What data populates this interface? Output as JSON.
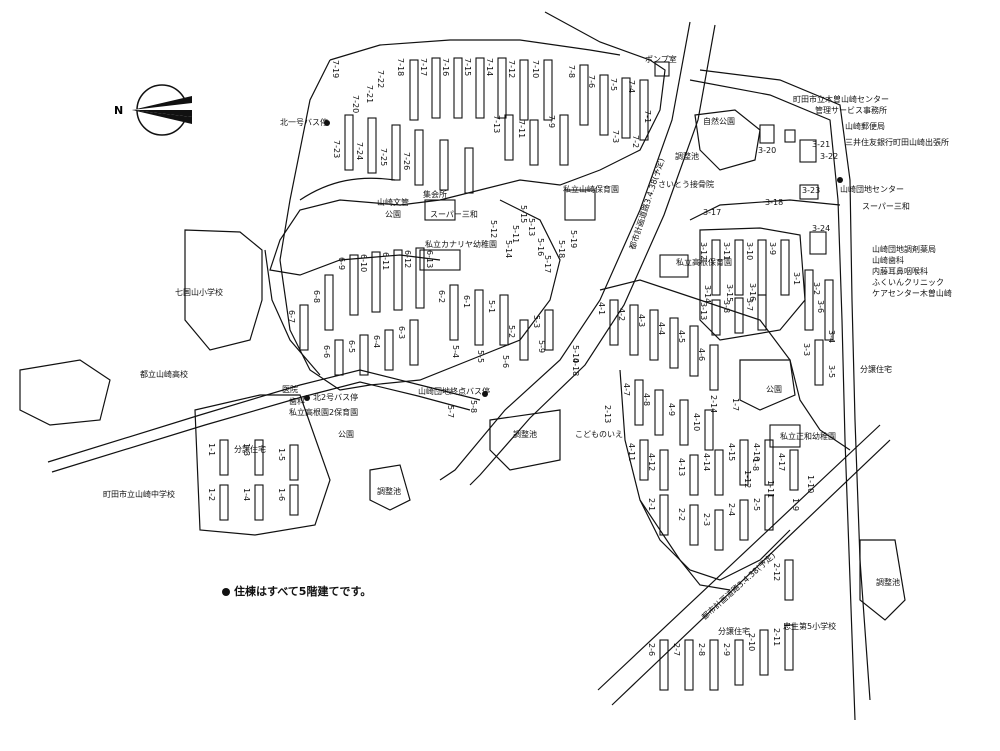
{
  "compass": {
    "letter": "N",
    "icon": "north-arrow-icon"
  },
  "legend": {
    "text": "住棟はすべて5階建てです。"
  },
  "labels": {
    "l0": "ポンプ室",
    "l1": "町田市立木曽山崎センター",
    "l2": "管理サービス事務所",
    "l3": "山崎郵便局",
    "l4": "三井住友銀行町田山崎出張所",
    "l5": "自然公園",
    "l6": "調整池",
    "l7": "さいとう接骨院",
    "l8": "山崎団地センター",
    "l9": "スーパー三和",
    "l10": "山崎団地調剤薬局",
    "l11": "山崎歯科",
    "l12": "内藤耳鼻咽喉科",
    "l13": "ふくいんクリニック",
    "l14": "ケアセンター木曽山崎",
    "l15": "北一号バス停",
    "l16": "集会所",
    "l17": "山崎文管",
    "l18": "公園",
    "l19": "スーパー三和",
    "l20": "私立山崎保育園",
    "l21": "私立カナリヤ幼稚園",
    "l22": "私立高根保育園",
    "l23": "七国山小学校",
    "l24": "都立山崎高校",
    "l25": "山崎団地終点バス停",
    "l26": "医院",
    "l27": "歯科",
    "l28": "私立高根園2保育園",
    "l29": "北2号バス停",
    "l30": "分譲住宅",
    "l31": "公園",
    "l32": "調整池",
    "l33": "町田市立山崎中学校",
    "l34": "調整池",
    "l35": "こどものいえ",
    "l36": "公園",
    "l37": "私立正和幼稚園",
    "l38": "分譲住宅",
    "l39": "調整池",
    "l40": "分譲住宅",
    "l41": "忠生第5小学校",
    "l42": "都市計画道路3.4.38(予定)",
    "l43": "都市計画道路3.4.38(予定)"
  },
  "buildings": {
    "b0": "7-18",
    "b1": "7-16",
    "b2": "7-14",
    "b3": "7-12",
    "b4": "7-10",
    "b5": "7-8",
    "b6": "7-6",
    "b7": "7-17",
    "b8": "7-15",
    "b9": "7-13",
    "b10": "7-11",
    "b11": "7-9",
    "b12": "7-5",
    "b13": "7-4",
    "b14": "7-3",
    "b15": "7-2",
    "b16": "7-1",
    "b17": "7-22",
    "b18": "7-21",
    "b19": "7-20",
    "b20": "7-19",
    "b21": "7-23",
    "b22": "7-24",
    "b23": "7-25",
    "b24": "7-26",
    "b25": "6-13",
    "b26": "6-12",
    "b27": "6-11",
    "b28": "6-10",
    "b29": "6-9",
    "b30": "6-8",
    "b31": "6-7",
    "b32": "6-6",
    "b33": "6-5",
    "b34": "6-4",
    "b35": "6-3",
    "b36": "6-2",
    "b37": "6-1",
    "b38": "5-1",
    "b39": "5-2",
    "b40": "5-3",
    "b41": "5-4",
    "b42": "5-5",
    "b43": "5-6",
    "b44": "5-7",
    "b45": "5-8",
    "b46": "5-9",
    "b47": "5-10",
    "b48": "5-11",
    "b49": "5-12",
    "b50": "5-13",
    "b51": "5-14",
    "b52": "5-15",
    "b53": "5-16",
    "b54": "5-17",
    "b55": "5-18",
    "b56": "5-19",
    "b57": "4-1",
    "b58": "4-2",
    "b59": "4-3",
    "b60": "4-4",
    "b61": "4-5",
    "b62": "4-6",
    "b63": "4-7",
    "b64": "4-8",
    "b65": "4-9",
    "b66": "4-10",
    "b67": "4-11",
    "b68": "4-12",
    "b69": "4-13",
    "b70": "4-14",
    "b71": "4-15",
    "b72": "4-16",
    "b73": "4-17",
    "b74": "4-18",
    "b75": "3-20",
    "b76": "3-21",
    "b77": "3-22",
    "b78": "3-23",
    "b79": "3-24",
    "b80": "3-17",
    "b81": "3-18",
    "b82": "3-1",
    "b83": "3-2",
    "b84": "3-3",
    "b85": "3-4",
    "b86": "3-5",
    "b87": "3-6",
    "b88": "3-7",
    "b89": "3-8",
    "b90": "3-9",
    "b91": "3-10",
    "b92": "3-11",
    "b93": "3-12",
    "b94": "3-13",
    "b95": "3-14",
    "b96": "3-15",
    "b97": "3-16",
    "b98": "2-1",
    "b99": "2-2",
    "b100": "2-3",
    "b101": "2-4",
    "b102": "2-5",
    "b103": "2-6",
    "b104": "2-7",
    "b105": "2-8",
    "b106": "2-9",
    "b107": "2-10",
    "b108": "2-11",
    "b109": "2-12",
    "b110": "2-13",
    "b111": "2-14",
    "b112": "1-1",
    "b113": "1-2",
    "b114": "1-3",
    "b115": "1-4",
    "b116": "1-5",
    "b117": "1-6",
    "b118": "1-7",
    "b119": "1-8",
    "b120": "1-9",
    "b121": "1-10",
    "b122": "1-11",
    "b123": "1-12"
  },
  "colors": {
    "line": "#111111",
    "background": "#ffffff",
    "road": "#ffffff"
  }
}
